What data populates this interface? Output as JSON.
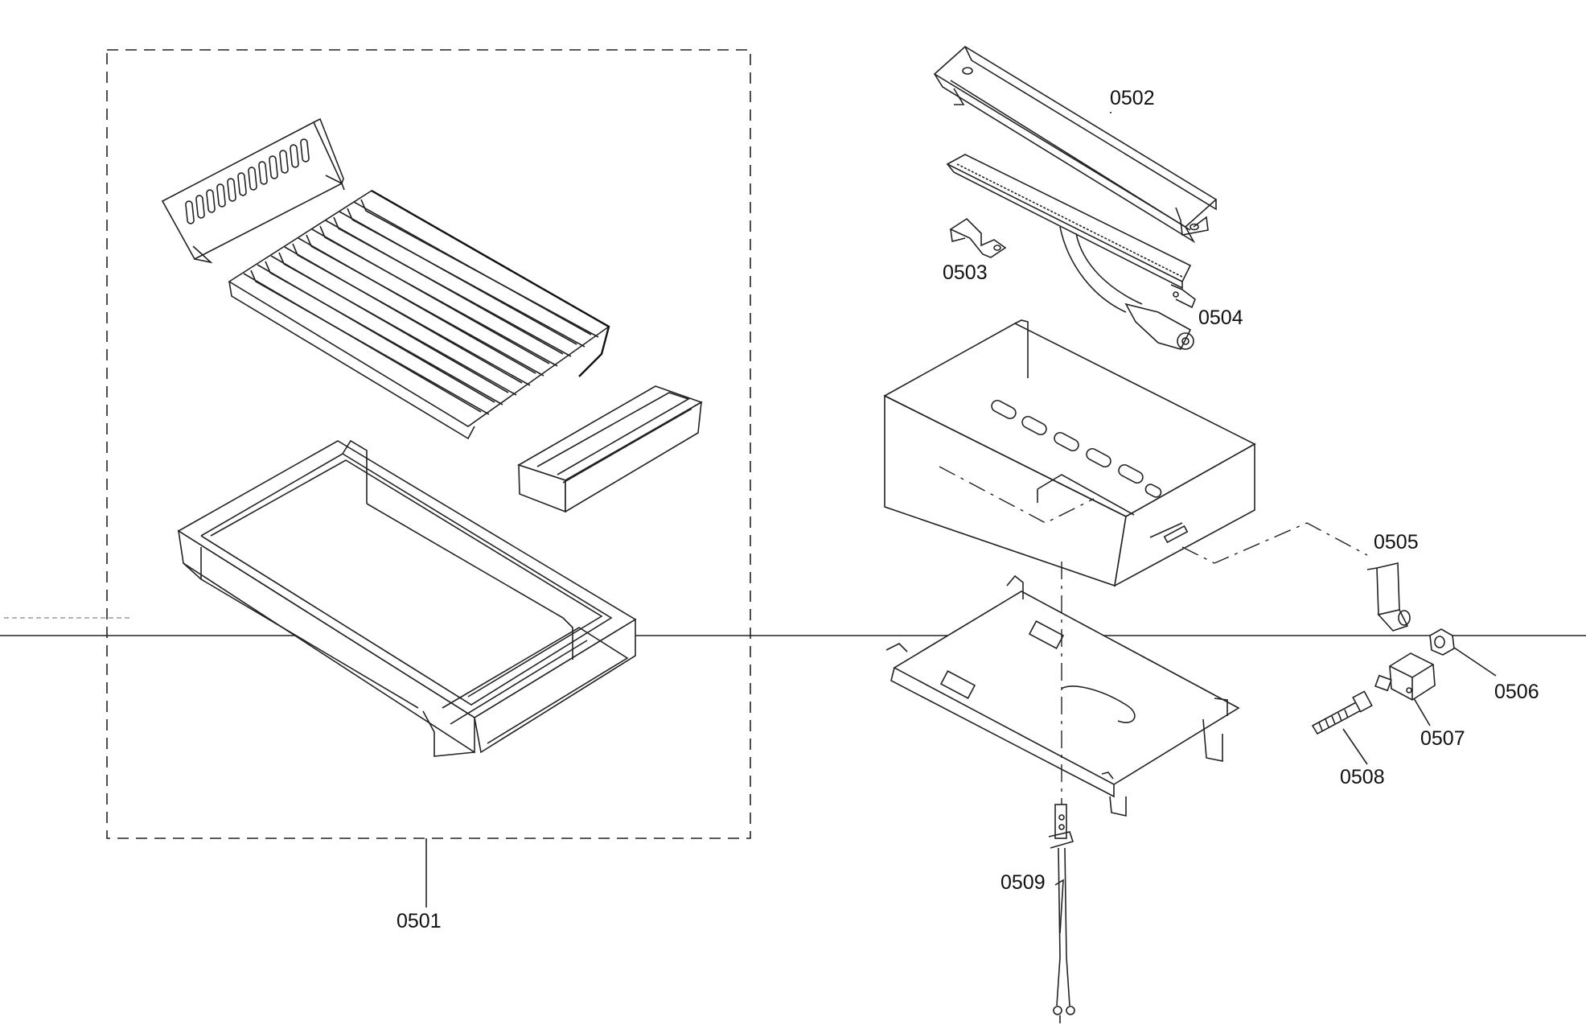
{
  "parts": [
    {
      "id": "p0501",
      "label": "0501"
    },
    {
      "id": "p0502",
      "label": "0502"
    },
    {
      "id": "p0503",
      "label": "0503"
    },
    {
      "id": "p0504",
      "label": "0504"
    },
    {
      "id": "p0505",
      "label": "0505"
    },
    {
      "id": "p0506",
      "label": "0506"
    },
    {
      "id": "p0507",
      "label": "0507"
    },
    {
      "id": "p0508",
      "label": "0508"
    },
    {
      "id": "p0509",
      "label": "0509"
    }
  ],
  "colors": {
    "line": "#222222",
    "background": "#ffffff"
  }
}
